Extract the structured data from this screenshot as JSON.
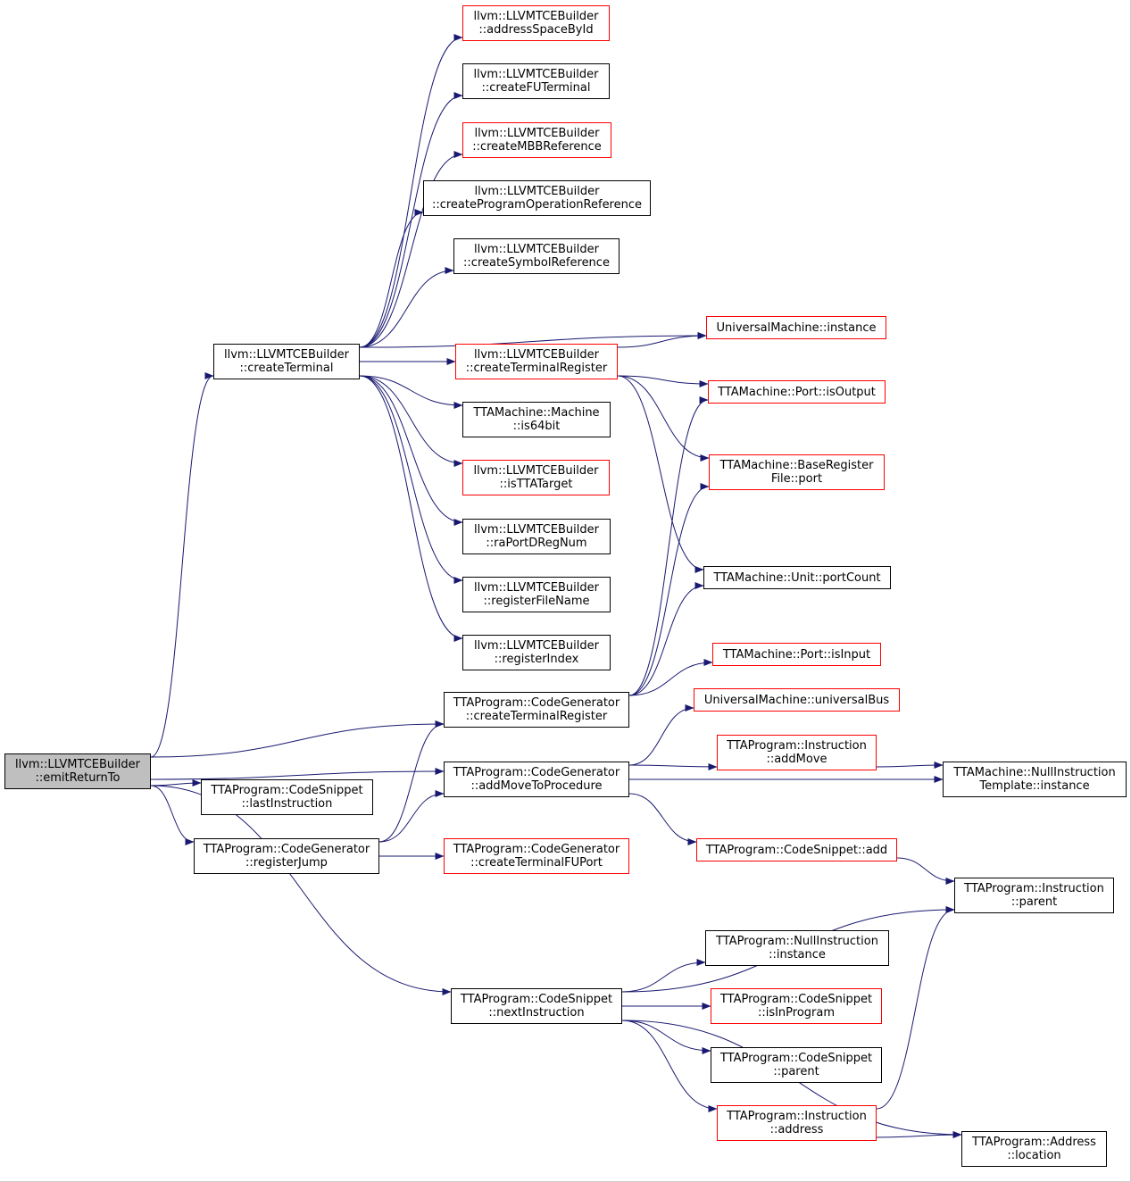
{
  "colors": {
    "edge": "#191970",
    "border_default": "#000000",
    "border_red": "#ff0000",
    "root_fill": "#bfbfbf"
  },
  "nodes": {
    "emitReturnTo": {
      "l1": "llvm::LLVMTCEBuilder",
      "l2": "::emitReturnTo",
      "style": "root"
    },
    "createTerminal": {
      "l1": "llvm::LLVMTCEBuilder",
      "l2": "::createTerminal",
      "style": "black"
    },
    "cgCreateTerminalRegister": {
      "l1": "TTAProgram::CodeGenerator",
      "l2": "::createTerminalRegister",
      "style": "black"
    },
    "addMoveToProcedure": {
      "l1": "TTAProgram::CodeGenerator",
      "l2": "::addMoveToProcedure",
      "style": "black"
    },
    "lastInstruction": {
      "l1": "TTAProgram::CodeSnippet",
      "l2": "::lastInstruction",
      "style": "black"
    },
    "registerJump": {
      "l1": "TTAProgram::CodeGenerator",
      "l2": "::registerJump",
      "style": "black"
    },
    "nextInstruction": {
      "l1": "TTAProgram::CodeSnippet",
      "l2": "::nextInstruction",
      "style": "black"
    },
    "addressSpaceById": {
      "l1": "llvm::LLVMTCEBuilder",
      "l2": "::addressSpaceById",
      "style": "red"
    },
    "createFUTerminal": {
      "l1": "llvm::LLVMTCEBuilder",
      "l2": "::createFUTerminal",
      "style": "black"
    },
    "createMBBReference": {
      "l1": "llvm::LLVMTCEBuilder",
      "l2": "::createMBBReference",
      "style": "red"
    },
    "createProgramOperationReference": {
      "l1": "llvm::LLVMTCEBuilder",
      "l2": "::createProgramOperationReference",
      "style": "black"
    },
    "createSymbolReference": {
      "l1": "llvm::LLVMTCEBuilder",
      "l2": "::createSymbolReference",
      "style": "black"
    },
    "builderCreateTerminalRegister": {
      "l1": "llvm::LLVMTCEBuilder",
      "l2": "::createTerminalRegister",
      "style": "red"
    },
    "is64bit": {
      "l1": "TTAMachine::Machine",
      "l2": "::is64bit",
      "style": "black"
    },
    "isTTATarget": {
      "l1": "llvm::LLVMTCEBuilder",
      "l2": "::isTTATarget",
      "style": "red"
    },
    "raPortDRegNum": {
      "l1": "llvm::LLVMTCEBuilder",
      "l2": "::raPortDRegNum",
      "style": "black"
    },
    "registerFileName": {
      "l1": "llvm::LLVMTCEBuilder",
      "l2": "::registerFileName",
      "style": "black"
    },
    "registerIndex": {
      "l1": "llvm::LLVMTCEBuilder",
      "l2": "::registerIndex",
      "style": "black"
    },
    "umInstance": {
      "l1": "UniversalMachine::instance",
      "l2": "",
      "style": "red"
    },
    "isOutput": {
      "l1": "TTAMachine::Port::isOutput",
      "l2": "",
      "style": "red"
    },
    "brfPort": {
      "l1": "TTAMachine::BaseRegister",
      "l2": "File::port",
      "style": "red"
    },
    "portCount": {
      "l1": "TTAMachine::Unit::portCount",
      "l2": "",
      "style": "black"
    },
    "isInput": {
      "l1": "TTAMachine::Port::isInput",
      "l2": "",
      "style": "red"
    },
    "universalBus": {
      "l1": "UniversalMachine::universalBus",
      "l2": "",
      "style": "red"
    },
    "addMove": {
      "l1": "TTAProgram::Instruction",
      "l2": "::addMove",
      "style": "red"
    },
    "nullInstrTemplate": {
      "l1": "TTAMachine::NullInstruction",
      "l2": "Template::instance",
      "style": "black"
    },
    "csAdd": {
      "l1": "TTAProgram::CodeSnippet::add",
      "l2": "",
      "style": "red"
    },
    "createTerminalFUPort": {
      "l1": "TTAProgram::CodeGenerator",
      "l2": "::createTerminalFUPort",
      "style": "red"
    },
    "instrParent": {
      "l1": "TTAProgram::Instruction",
      "l2": "::parent",
      "style": "black"
    },
    "nullInstrInstance": {
      "l1": "TTAProgram::NullInstruction",
      "l2": "::instance",
      "style": "black"
    },
    "isInProgram": {
      "l1": "TTAProgram::CodeSnippet",
      "l2": "::isInProgram",
      "style": "red"
    },
    "csParent": {
      "l1": "TTAProgram::CodeSnippet",
      "l2": "::parent",
      "style": "black"
    },
    "instrAddress": {
      "l1": "TTAProgram::Instruction",
      "l2": "::address",
      "style": "red"
    },
    "addrLocation": {
      "l1": "TTAProgram::Address",
      "l2": "::location",
      "style": "black"
    }
  },
  "edges": [
    [
      "emitReturnTo",
      "createTerminal"
    ],
    [
      "emitReturnTo",
      "cgCreateTerminalRegister"
    ],
    [
      "emitReturnTo",
      "addMoveToProcedure"
    ],
    [
      "emitReturnTo",
      "lastInstruction"
    ],
    [
      "emitReturnTo",
      "registerJump"
    ],
    [
      "emitReturnTo",
      "nextInstruction"
    ],
    [
      "createTerminal",
      "addressSpaceById"
    ],
    [
      "createTerminal",
      "createFUTerminal"
    ],
    [
      "createTerminal",
      "createMBBReference"
    ],
    [
      "createTerminal",
      "createProgramOperationReference"
    ],
    [
      "createTerminal",
      "createSymbolReference"
    ],
    [
      "createTerminal",
      "umInstance"
    ],
    [
      "createTerminal",
      "builderCreateTerminalRegister"
    ],
    [
      "createTerminal",
      "is64bit"
    ],
    [
      "createTerminal",
      "isTTATarget"
    ],
    [
      "createTerminal",
      "raPortDRegNum"
    ],
    [
      "createTerminal",
      "registerFileName"
    ],
    [
      "createTerminal",
      "registerIndex"
    ],
    [
      "builderCreateTerminalRegister",
      "umInstance"
    ],
    [
      "builderCreateTerminalRegister",
      "isOutput"
    ],
    [
      "builderCreateTerminalRegister",
      "brfPort"
    ],
    [
      "builderCreateTerminalRegister",
      "portCount"
    ],
    [
      "cgCreateTerminalRegister",
      "isOutput"
    ],
    [
      "cgCreateTerminalRegister",
      "brfPort"
    ],
    [
      "cgCreateTerminalRegister",
      "portCount"
    ],
    [
      "cgCreateTerminalRegister",
      "isInput"
    ],
    [
      "addMoveToProcedure",
      "universalBus"
    ],
    [
      "addMoveToProcedure",
      "addMove"
    ],
    [
      "addMoveToProcedure",
      "nullInstrTemplate"
    ],
    [
      "addMoveToProcedure",
      "csAdd"
    ],
    [
      "addMove",
      "nullInstrTemplate"
    ],
    [
      "registerJump",
      "cgCreateTerminalRegister"
    ],
    [
      "registerJump",
      "addMoveToProcedure"
    ],
    [
      "registerJump",
      "createTerminalFUPort"
    ],
    [
      "csAdd",
      "instrParent"
    ],
    [
      "nextInstruction",
      "instrParent"
    ],
    [
      "nextInstruction",
      "nullInstrInstance"
    ],
    [
      "nextInstruction",
      "isInProgram"
    ],
    [
      "nextInstruction",
      "csParent"
    ],
    [
      "nextInstruction",
      "instrAddress"
    ],
    [
      "nextInstruction",
      "addrLocation"
    ],
    [
      "instrAddress",
      "instrParent"
    ],
    [
      "instrAddress",
      "addrLocation"
    ]
  ]
}
